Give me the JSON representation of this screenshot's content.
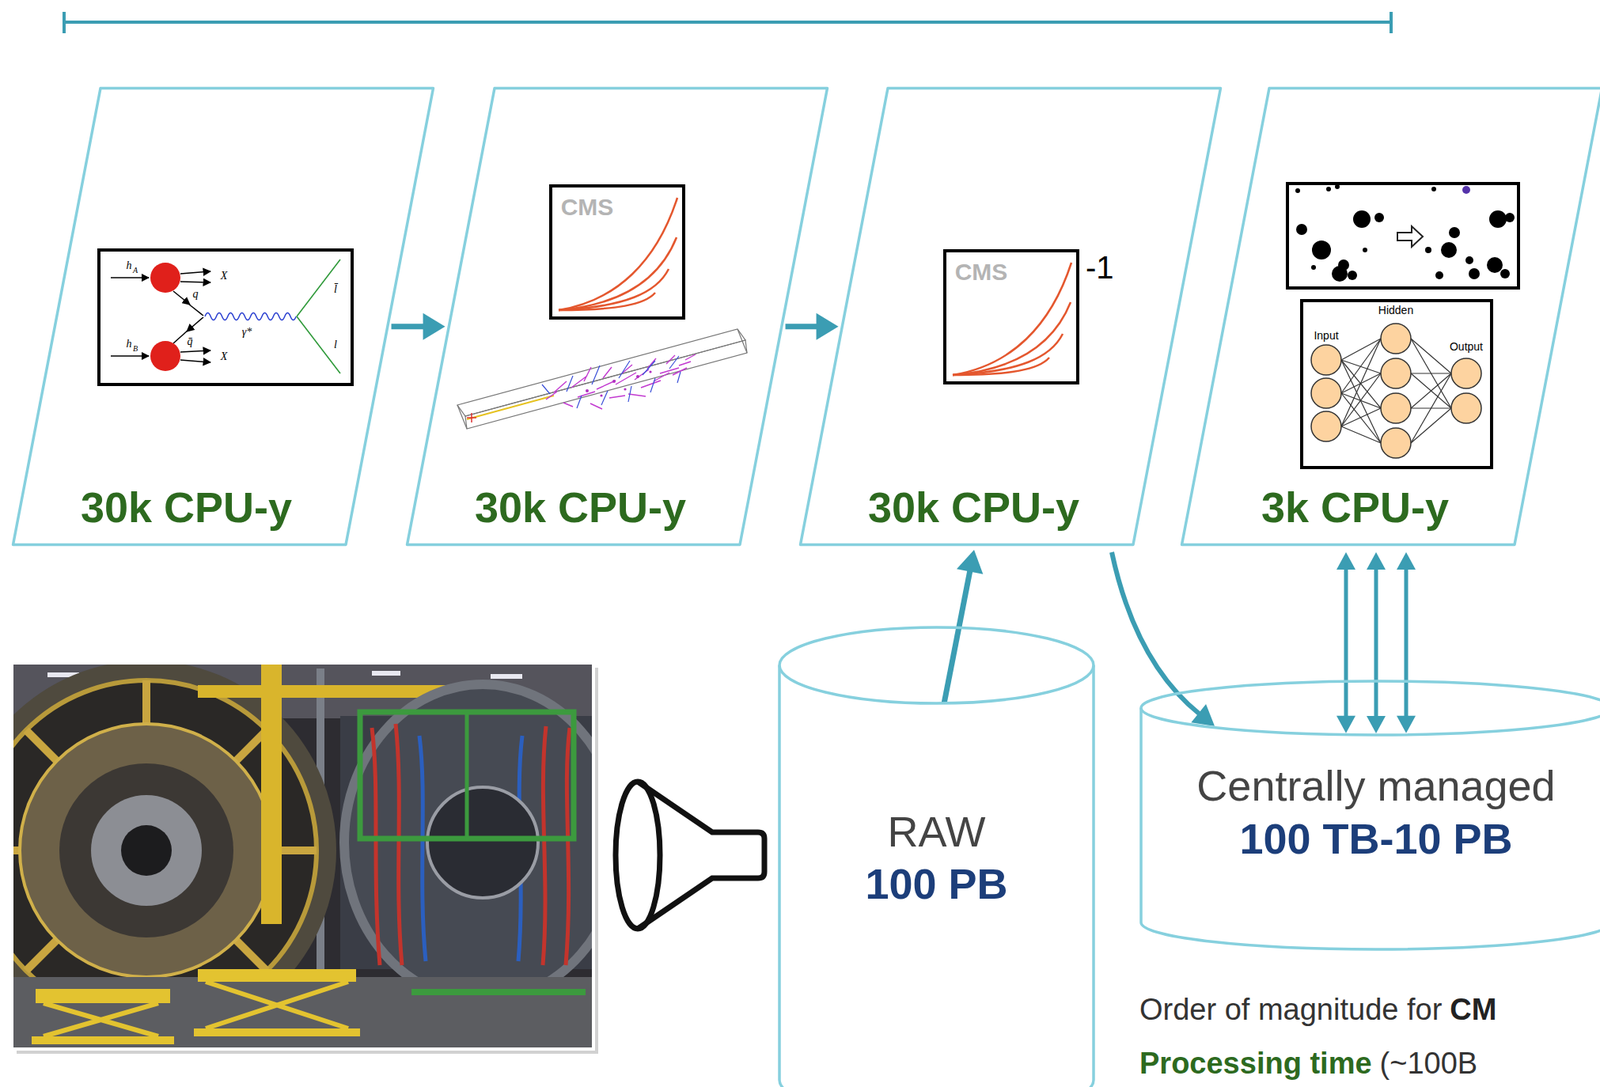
{
  "diagram": {
    "nodes": [
      {
        "text": [
          "30k CPU-y"
        ]
      },
      {
        "text": [
          "30k CPU-y"
        ]
      },
      {
        "text": [
          "30k CPU-y"
        ]
      },
      {
        "text": [
          "3k CPU-y"
        ]
      },
      {
        "text": [
          "RAW",
          "100 PB"
        ]
      },
      {
        "text": [
          "Centrally managed",
          "100 TB-10 PB"
        ]
      }
    ],
    "edges": [
      {
        "from": 0,
        "to": 1,
        "arrow": "to"
      },
      {
        "from": 1,
        "to": 2,
        "arrow": "to"
      },
      {
        "from": 4,
        "to": 2,
        "arrow": "to"
      },
      {
        "from": 2,
        "to": 5,
        "arrow": "to"
      },
      {
        "from": 3,
        "to": 5,
        "arrow": "both"
      },
      {
        "from": 3,
        "to": 5,
        "arrow": "both"
      },
      {
        "from": 3,
        "to": 5,
        "arrow": "both"
      }
    ],
    "labels": [
      "h",
      "A",
      "X",
      "q",
      "q̄",
      "γ*",
      "l̄",
      "l",
      "h",
      "B",
      "X",
      "CMS",
      "CMS",
      "-1",
      "Input",
      "Hidden",
      "Output",
      "Order of magnitude for",
      "CM",
      "Processing time",
      "(~100B"
    ]
  }
}
